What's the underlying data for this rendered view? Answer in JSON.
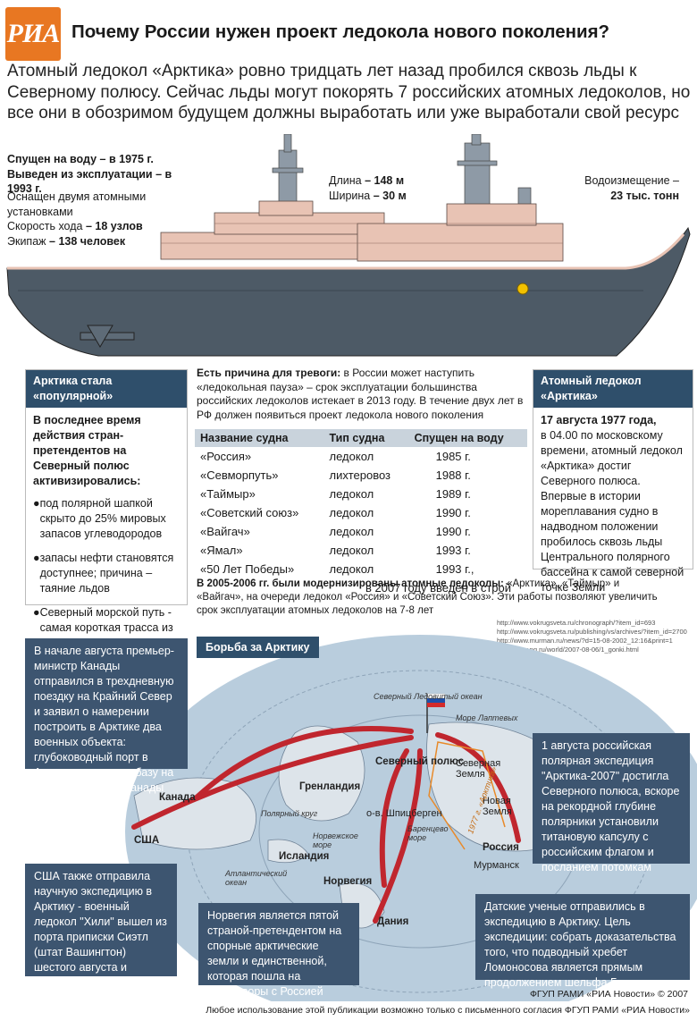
{
  "header": {
    "logo_text": "РИА",
    "title": "Почему России нужен проект ледокола нового поколения?",
    "lead": "Атомный ледокол «Арктика» ровно тридцать лет назад пробился сквозь льды к Северному полюсу. Сейчас льды могут покорять 7 российских атомных ледоколов, но все они в обозримом будущем должны выработать или уже выработали свой ресурс"
  },
  "specs": {
    "launched_label": "Спущен на воду",
    "launched_value": "– в 1975 г.",
    "retired_label": "Выведен из эксплуатации",
    "retired_value": "– в 1993 г.",
    "reactors": "Оснащен двумя атомными установками",
    "speed_label": "Скорость хода",
    "speed_value": "– 18 узлов",
    "crew_label": "Экипаж",
    "crew_value": "– 138 человек",
    "length_label": "Длина",
    "length_value": "– 148 м",
    "width_label": "Ширина",
    "width_value": "– 30 м",
    "displacement_label": "Водоизмещение –",
    "displacement_value": "23 тыс. тонн"
  },
  "left_box": {
    "heading": "Арктика стала «популярной»",
    "intro": "В последнее время действия стран-претендентов на Северный полюс активизировались:",
    "bullets": [
      "под полярной шапкой скрыто до 25% мировых запасов углеводородов",
      "запасы нефти становятся доступнее; причина – таяние льдов",
      "Северный морской путь - самая короткая трасса из Европы в Америку и Азию"
    ]
  },
  "middle": {
    "alarm_bold": "Есть причина для тревоги:",
    "alarm_text": " в России может наступить «ледокольная пауза» – срок эксплуатации большинства российских ледоколов истекает в 2013 году. В течение двух лет в РФ должен появиться проект ледокола нового поколения",
    "table": {
      "headers": [
        "Название судна",
        "Тип судна",
        "Спущен на воду"
      ],
      "rows": [
        [
          "«Россия»",
          "ледокол",
          "1985 г."
        ],
        [
          "«Севморпуть»",
          "лихтеровоз",
          "1988 г."
        ],
        [
          "«Таймыр»",
          "ледокол",
          "1989 г."
        ],
        [
          "«Советский союз»",
          "ледокол",
          "1990 г."
        ],
        [
          "«Вайгач»",
          "ледокол",
          "1990 г."
        ],
        [
          "«Ямал»",
          "ледокол",
          "1993 г."
        ],
        [
          "«50 Лет Победы»",
          "ледокол",
          "1993 г.,"
        ]
      ],
      "footnote": "в 2007 году введен в строй"
    },
    "modern_bold": "В 2005-2006 гг. были модернизированы атомные ледоколы:",
    "modern_text": " «Арктика», «Таймыр» и «Вайгач», на очереди ледокол «Россия» и «Советский Союз». Эти работы позволяют увеличить срок эксплуатации атомных ледоколов на 7-8 лет"
  },
  "right_box": {
    "heading": "Атомный ледокол «Арктика»",
    "date": "17 августа 1977 года,",
    "text": "в 04.00 по московскому времени, атомный ледокол «Арктика» достиг Северного полюса. Впервые в истории мореплавания судно в надводном положении пробилось сквозь льды Центрального полярного бассейна к самой северной точке Земли"
  },
  "urls": [
    "http://www.vokrugsveta.ru/chronograph/?item_id=693",
    "http://www.vokrugsveta.ru/publishing/vs/archives/?item_id=2700",
    "http://www.murman.ru/news/?d=15-08-2002_12:16&print=1",
    "http://www.ng.ru/world/2007-08-06/1_gonki.html"
  ],
  "map": {
    "heading": "Борьба за Арктику",
    "note_canada": "В начале августа премьер-министр Канады отправился в трехдневную поездку на Крайний Север и заявил о намерении построить в Арктике два военных объекта: глубоководный порт в Арктике и военную базу на Крайнем Севере Канады",
    "note_usa": "США также отправила научную экспедицию в Арктику - военный ледокол \"Хили\" вышел из порта приписки Сиэтл (штат Вашингтон) шестого августа и вернется в начале октября",
    "note_norway": "Норвегия является пятой страной-претендентом на спорные арктические земли и единственной, которая пошла на переговоры с Россией",
    "note_denmark": "Датские ученые отправились в экспедицию в Арктику. Цель экспедиции: собрать доказательства того, что подводный хребет Ломоносова является прямым продолжением шельфа Гренландии",
    "note_russia": "1 августа российская полярная экспедиция \"Арктика-2007\" достигла Северного полюса, вскоре на рекордной глубине полярники установили титановую капсулу с российским флагом и посланием потомкам",
    "labels": {
      "arctic_ocean": "Северный Ледовитый океан",
      "laptev": "Море Лаптевых",
      "north_pole": "Северный полюс",
      "severnaya_zemlya": "Северная Земля",
      "novaya_zemlya": "Новая Земля",
      "greenland": "Гренландия",
      "canada": "Канада",
      "usa": "США",
      "polar_circle": "Полярный круг",
      "spitsbergen": "о-в. Шпицберген",
      "barents": "Баренцево море",
      "norwegian_sea": "Норвежское море",
      "iceland": "Исландия",
      "atlantic": "Атлантический океан",
      "norway": "Норвегия",
      "denmark": "Дания",
      "russia": "Россия",
      "murmansk": "Мурманск",
      "route_year": "1977 г. «Арктика»"
    }
  },
  "footer": {
    "copyright": "ФГУП РАМИ «РИА Новости» © 2007",
    "notice": "Любое использование этой публикации возможно только с письменного согласия  ФГУП РАМИ «РИА Новости»"
  },
  "colors": {
    "accent": "#e87722",
    "navy": "#2f4f6b",
    "hull": "#4d5a66",
    "deck": "#e8c3b4",
    "arrow": "#c0262e",
    "sea": "#b9cddd"
  }
}
